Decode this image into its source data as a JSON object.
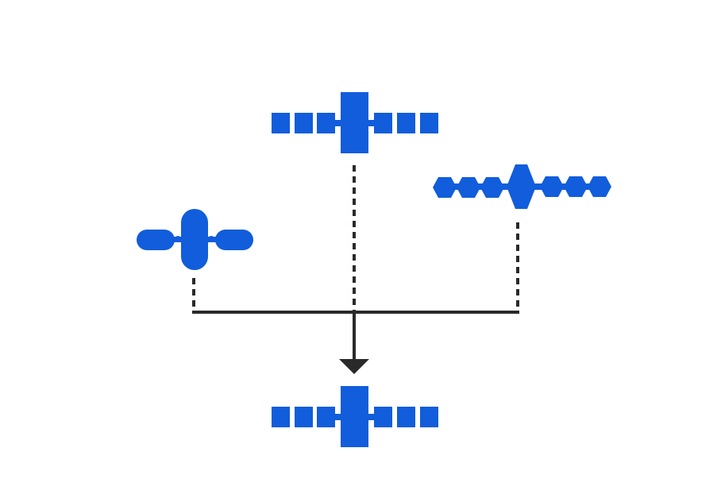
{
  "diagram": {
    "description_nodes": [
      "satellite-square-panels-top",
      "satellite-rounded-left",
      "satellite-hexagon-right",
      "satellite-square-panels-result"
    ],
    "colors": {
      "satellite": "#115ddb",
      "connector": "#2a2a2a",
      "background": "#ffffff"
    }
  }
}
